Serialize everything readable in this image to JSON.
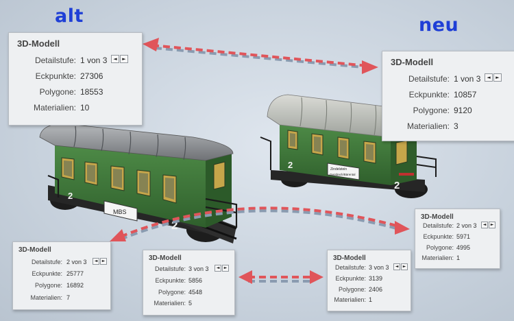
{
  "labels": {
    "alt": "alt",
    "neu": "neu"
  },
  "panels": {
    "alt_main": {
      "title": "3D-Modell",
      "detail_label": "Detailstufe:",
      "detail_value": "1 von 3",
      "vertices_label": "Eckpunkte:",
      "vertices": "27306",
      "polygons_label": "Polygone:",
      "polygons": "18553",
      "materials_label": "Materialien:",
      "materials": "10"
    },
    "neu_main": {
      "title": "3D-Modell",
      "detail_label": "Detailstufe:",
      "detail_value": "1 von 3",
      "vertices_label": "Eckpunkte:",
      "vertices": "10857",
      "polygons_label": "Polygone:",
      "polygons": "9120",
      "materials_label": "Materialien:",
      "materials": "3"
    },
    "alt_lod2": {
      "title": "3D-Modell",
      "detail_label": "Detailstufe:",
      "detail_value": "2 von 3",
      "vertices_label": "Eckpunkte:",
      "vertices": "25777",
      "polygons_label": "Polygone:",
      "polygons": "16892",
      "materials_label": "Materialien:",
      "materials": "7"
    },
    "alt_lod3": {
      "title": "3D-Modell",
      "detail_label": "Detailstufe:",
      "detail_value": "3 von 3",
      "vertices_label": "Eckpunkte:",
      "vertices": "5856",
      "polygons_label": "Polygone:",
      "polygons": "4548",
      "materials_label": "Materialien:",
      "materials": "5"
    },
    "neu_lod3": {
      "title": "3D-Modell",
      "detail_label": "Detailstufe:",
      "detail_value": "3 von 3",
      "vertices_label": "Eckpunkte:",
      "vertices": "3139",
      "polygons_label": "Polygone:",
      "polygons": "2406",
      "materials_label": "Materialien:",
      "materials": "1"
    },
    "neu_lod2": {
      "title": "3D-Modell",
      "detail_label": "Detailstufe:",
      "detail_value": "2 von 3",
      "vertices_label": "Eckpunkte:",
      "vertices": "5971",
      "polygons_label": "Polygone:",
      "polygons": "4995",
      "materials_label": "Materialien:",
      "materials": "1"
    }
  },
  "stepper": {
    "prev": "◄",
    "next": "►"
  },
  "cars": {
    "alt": {
      "number": "2",
      "plate": "MBS"
    },
    "neu": {
      "number": "2",
      "plate_line1": "Zindelstein",
      "plate_line2": "Gersbach/Bärental"
    }
  },
  "colors": {
    "header": "#1f3fd6",
    "arrow": "#e0555a",
    "body_green": "#3f7a3a",
    "roof": "#8f9296"
  }
}
